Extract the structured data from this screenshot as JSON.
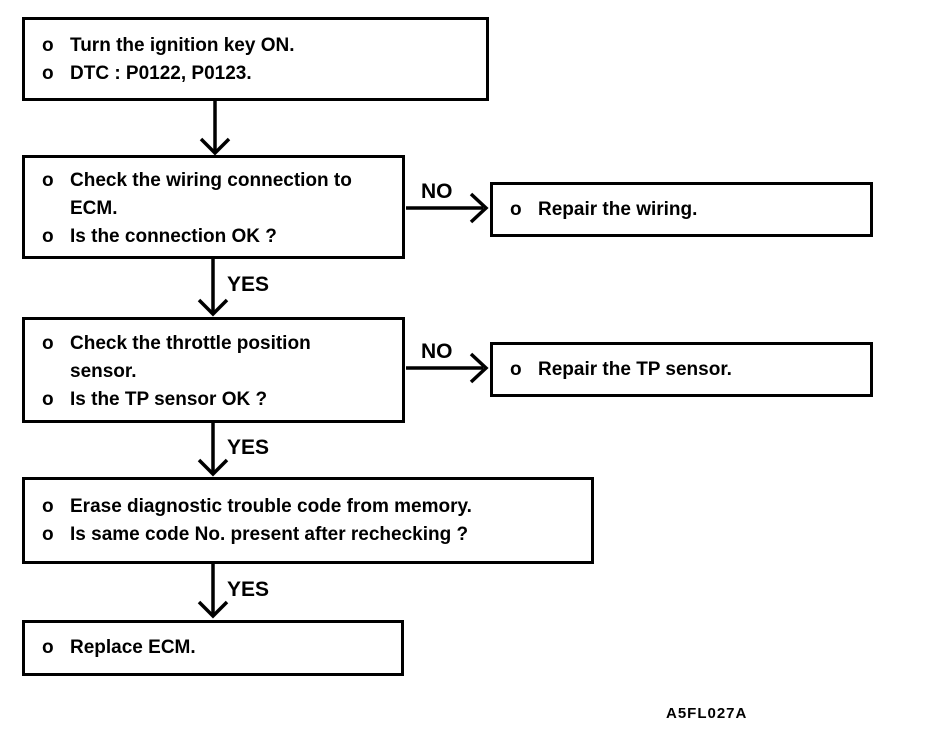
{
  "diagram": {
    "title_semantic": "DTC P0122 P0123 diagnostic flowchart",
    "figure_id": "A5FL027A",
    "bullet": "o",
    "labels": {
      "yes": "YES",
      "no": "NO"
    },
    "nodes": {
      "start": {
        "lines": [
          "Turn the ignition key ON.",
          "DTC : P0122, P0123."
        ]
      },
      "check_wiring": {
        "lines": [
          "Check the wiring connection to ECM.",
          "Is the connection OK ?"
        ]
      },
      "repair_wiring": {
        "lines": [
          "Repair the wiring."
        ]
      },
      "check_tp": {
        "lines": [
          "Check the throttle position sensor.",
          "Is the TP sensor OK ?"
        ]
      },
      "repair_tp": {
        "lines": [
          "Repair the TP sensor."
        ]
      },
      "erase_dtc": {
        "lines": [
          "Erase diagnostic trouble code from memory.",
          "Is same code No. present after rechecking ?"
        ]
      },
      "replace_ecm": {
        "lines": [
          "Replace ECM."
        ]
      }
    },
    "flow": [
      {
        "from": "start",
        "to": "check_wiring",
        "label": ""
      },
      {
        "from": "check_wiring",
        "to": "repair_wiring",
        "label": "NO"
      },
      {
        "from": "check_wiring",
        "to": "check_tp",
        "label": "YES"
      },
      {
        "from": "check_tp",
        "to": "repair_tp",
        "label": "NO"
      },
      {
        "from": "check_tp",
        "to": "erase_dtc",
        "label": "YES"
      },
      {
        "from": "erase_dtc",
        "to": "replace_ecm",
        "label": "YES"
      }
    ]
  }
}
